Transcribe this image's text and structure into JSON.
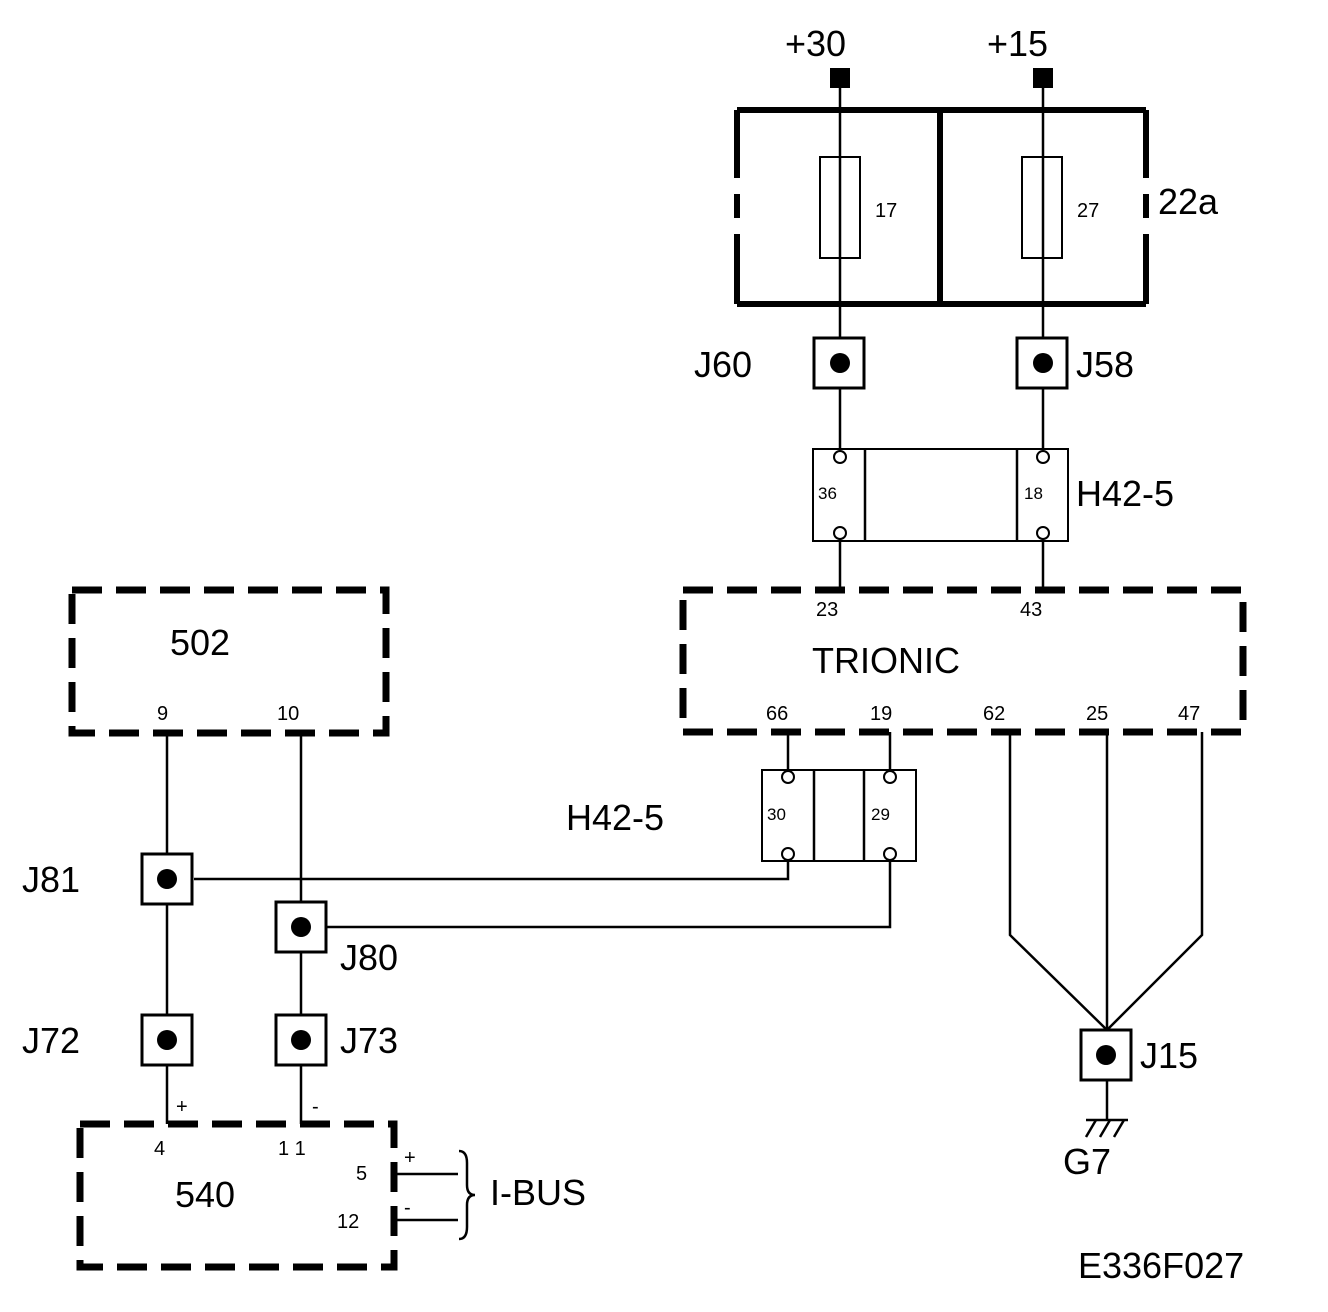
{
  "supply": {
    "plus30": "+30",
    "plus15": "+15"
  },
  "fusebox": {
    "label": "22a",
    "fuse_left": "17",
    "fuse_right": "27"
  },
  "junctions": {
    "j60": "J60",
    "j58": "J58",
    "j81": "J81",
    "j80": "J80",
    "j72": "J72",
    "j73": "J73",
    "j15": "J15"
  },
  "connector_top": {
    "label": "H42-5",
    "pin_left": "36",
    "pin_right": "18"
  },
  "connector_mid": {
    "label": "H42-5",
    "pin_left": "30",
    "pin_right": "29"
  },
  "trionic": {
    "label": "TRIONIC",
    "pin_23": "23",
    "pin_43": "43",
    "pin_66": "66",
    "pin_19": "19",
    "pin_62": "62",
    "pin_25": "25",
    "pin_47": "47"
  },
  "unit_502": {
    "label": "502",
    "pin_9": "9",
    "pin_10": "10"
  },
  "unit_540": {
    "label": "540",
    "pin_4": "4",
    "pin_11": "1 1",
    "pin_5": "5",
    "pin_12": "12",
    "plus": "+",
    "minus": "-",
    "bus_plus": "+",
    "bus_minus": "-"
  },
  "ibus": {
    "label": "I-BUS"
  },
  "ground": {
    "label": "G7"
  },
  "drawing_id": "E336F027"
}
